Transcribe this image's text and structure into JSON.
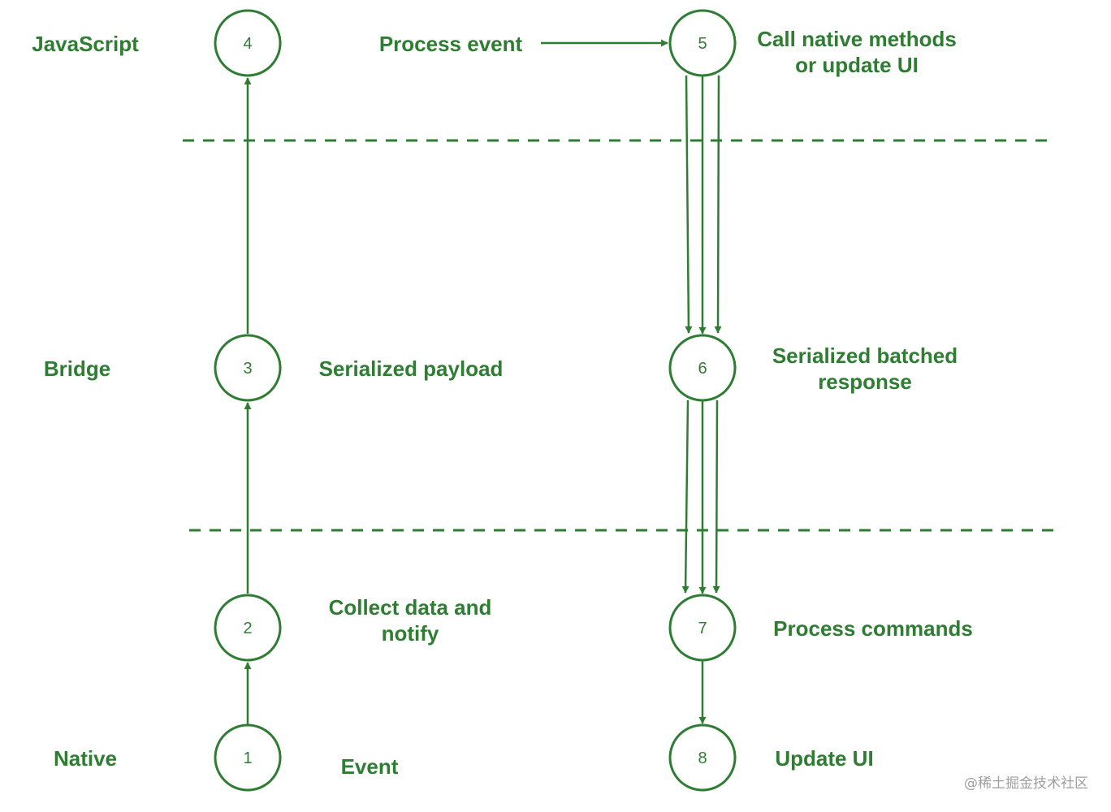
{
  "colors": {
    "stroke": "#2e7d32",
    "watermark": "#9e9e9e"
  },
  "layers": {
    "javascript": "JavaScript",
    "bridge": "Bridge",
    "native": "Native"
  },
  "nodes": {
    "n1": "1",
    "n2": "2",
    "n3": "3",
    "n4": "4",
    "n5": "5",
    "n6": "6",
    "n7": "7",
    "n8": "8"
  },
  "steps": {
    "event": "Event",
    "collect": [
      "Collect data and",
      "notify"
    ],
    "payload": "Serialized payload",
    "process_event": "Process event",
    "call_native": [
      "Call native methods",
      "or update UI"
    ],
    "batched": [
      "Serialized batched",
      "response"
    ],
    "commands": "Process commands",
    "update_ui": "Update UI"
  },
  "watermark": "@稀土掘金技术社区"
}
